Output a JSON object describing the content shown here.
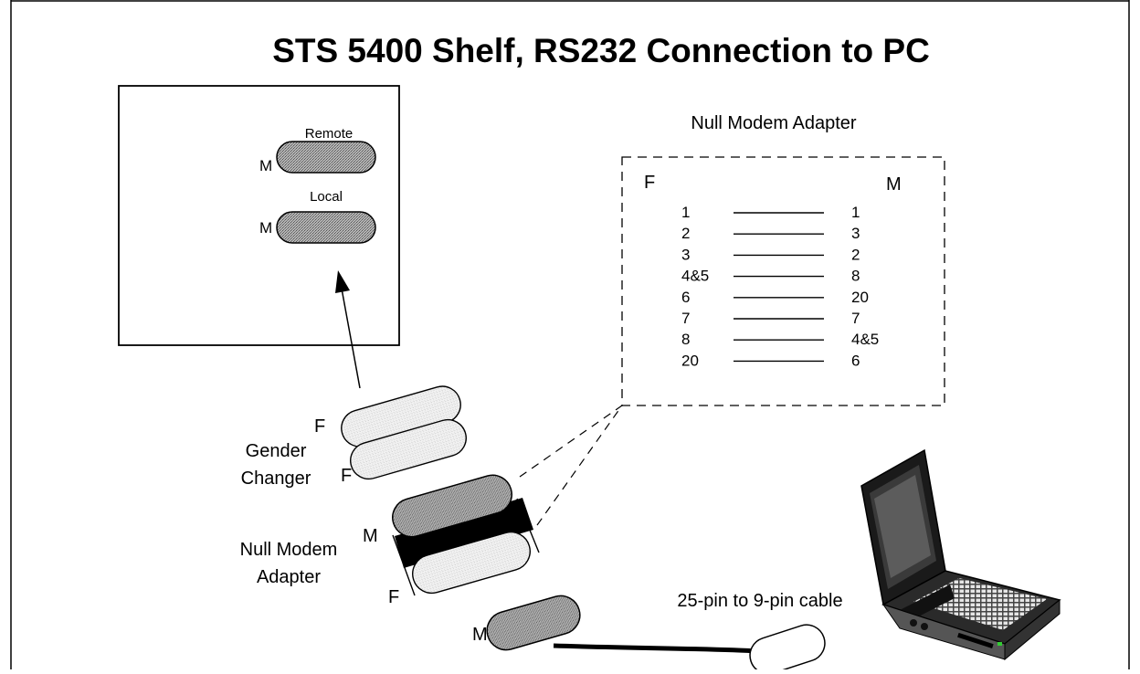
{
  "title": "STS 5400 Shelf, RS232 Connection to PC",
  "shelf": {
    "remote_label": "Remote",
    "local_label": "Local",
    "remote_gender": "M",
    "local_gender": "M"
  },
  "null_modem_table": {
    "title": "Null Modem Adapter",
    "left_header": "F",
    "right_header": "M",
    "rows": [
      {
        "left": "1",
        "right": "1"
      },
      {
        "left": "2",
        "right": "3"
      },
      {
        "left": "3",
        "right": "2"
      },
      {
        "left": "4&5",
        "right": "8"
      },
      {
        "left": "6",
        "right": "20"
      },
      {
        "left": "7",
        "right": "7"
      },
      {
        "left": "8",
        "right": "4&5"
      },
      {
        "left": "20",
        "right": "6"
      }
    ]
  },
  "gender_changer": {
    "label_line1": "Gender",
    "label_line2": "Changer",
    "top_gender": "F",
    "bottom_gender": "F"
  },
  "null_modem_adapter": {
    "label_line1": "Null Modem",
    "label_line2": "Adapter",
    "top_gender": "M",
    "bottom_gender": "F"
  },
  "cable": {
    "label": "25-pin to 9-pin cable",
    "end_gender": "M"
  }
}
